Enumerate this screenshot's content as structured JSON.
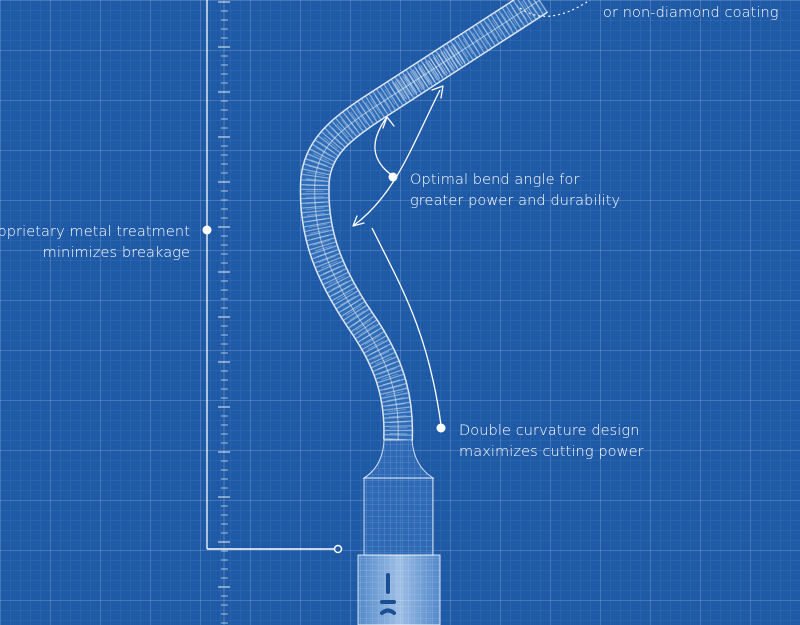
{
  "colors": {
    "background": "#1f5aa6",
    "line": "#ffffff"
  },
  "callouts": {
    "coating": {
      "line1": "or non-diamond coating"
    },
    "bend": {
      "line1": "Optimal bend angle for",
      "line2": "greater power and durability"
    },
    "metal": {
      "line1": "Proprietary metal treatment",
      "line2": "minimizes breakage"
    },
    "curvature": {
      "line1": "Double curvature design",
      "line2": "maximizes cutting power"
    }
  },
  "icons": [
    "scaler-tip-illustration",
    "callout-dot",
    "double-arrow"
  ]
}
